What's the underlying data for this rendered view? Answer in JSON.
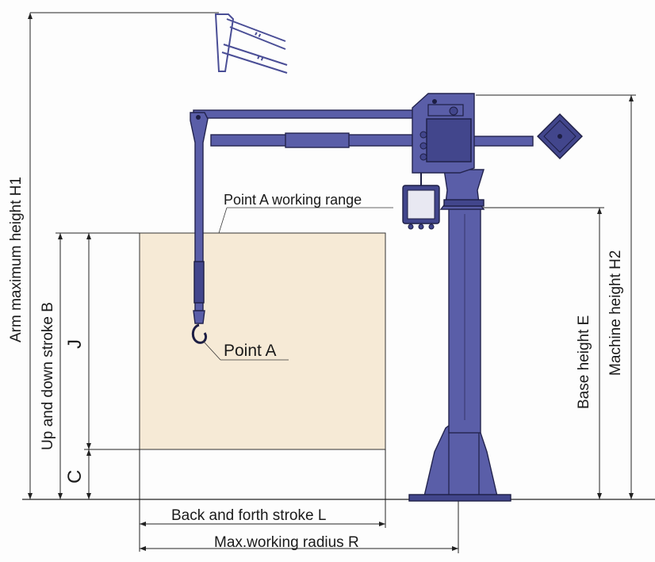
{
  "colors": {
    "crane": "#5a5ea8",
    "crane_dark": "#42468c",
    "outline": "#23244e",
    "working_range_fill": "#f6ead6",
    "line": "#222222"
  },
  "labels": {
    "arm_max_height": "Arm maximum height H1",
    "up_down_stroke": "Up and down stroke B",
    "j": "J",
    "c": "C",
    "working_range": "Point A working range",
    "point_a": "Point A",
    "base_height": "Base height E",
    "machine_height": "Machine height H2",
    "back_forth_stroke": "Back and forth stroke L",
    "max_working_radius": "Max.working radius R"
  }
}
